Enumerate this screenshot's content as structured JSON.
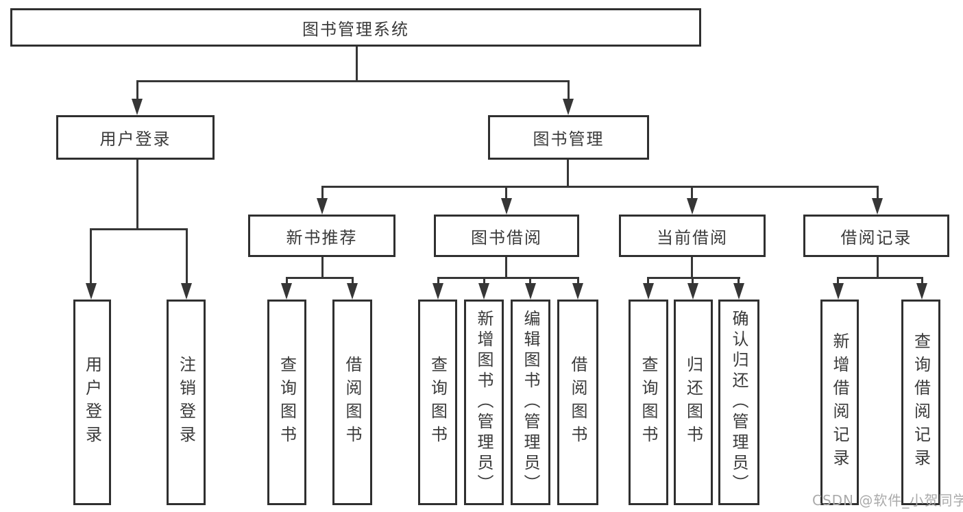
{
  "diagram": {
    "root": "图书管理系统",
    "level2": {
      "user_login": "用户登录",
      "book_mgmt": "图书管理"
    },
    "level3": {
      "new_rec": "新书推荐",
      "borrowing": "图书借阅",
      "current": "当前借阅",
      "records": "借阅记录"
    },
    "leaves": {
      "user_login": "用户登录",
      "logout": "注销登录",
      "rec_query": "查询图书",
      "rec_borrow": "借阅图书",
      "bb_query": "查询图书",
      "bb_add": "新增图书（管理员）",
      "bb_edit": "编辑图书（管理员）",
      "bb_borrow": "借阅图书",
      "cb_query": "查询图书",
      "cb_return": "归还图书",
      "cb_confirm": "确认归还（管理员）",
      "br_add": "新增借阅记录",
      "br_query": "查询借阅记录"
    },
    "hierarchy": {
      "图书管理系统": {
        "用户登录": [
          "用户登录",
          "注销登录"
        ],
        "图书管理": {
          "新书推荐": [
            "查询图书",
            "借阅图书"
          ],
          "图书借阅": [
            "查询图书",
            "新增图书（管理员）",
            "编辑图书（管理员）",
            "借阅图书"
          ],
          "当前借阅": [
            "查询图书",
            "归还图书",
            "确认归还（管理员）"
          ],
          "借阅记录": [
            "新增借阅记录",
            "查询借阅记录"
          ]
        }
      }
    }
  },
  "watermark": "CSDN @软件_小贺同学",
  "colors": {
    "line": "#363636",
    "border": "#2f2f2f",
    "text": "#3a3a3a",
    "background": "#ffffff",
    "watermark": "#aaaaaa"
  }
}
